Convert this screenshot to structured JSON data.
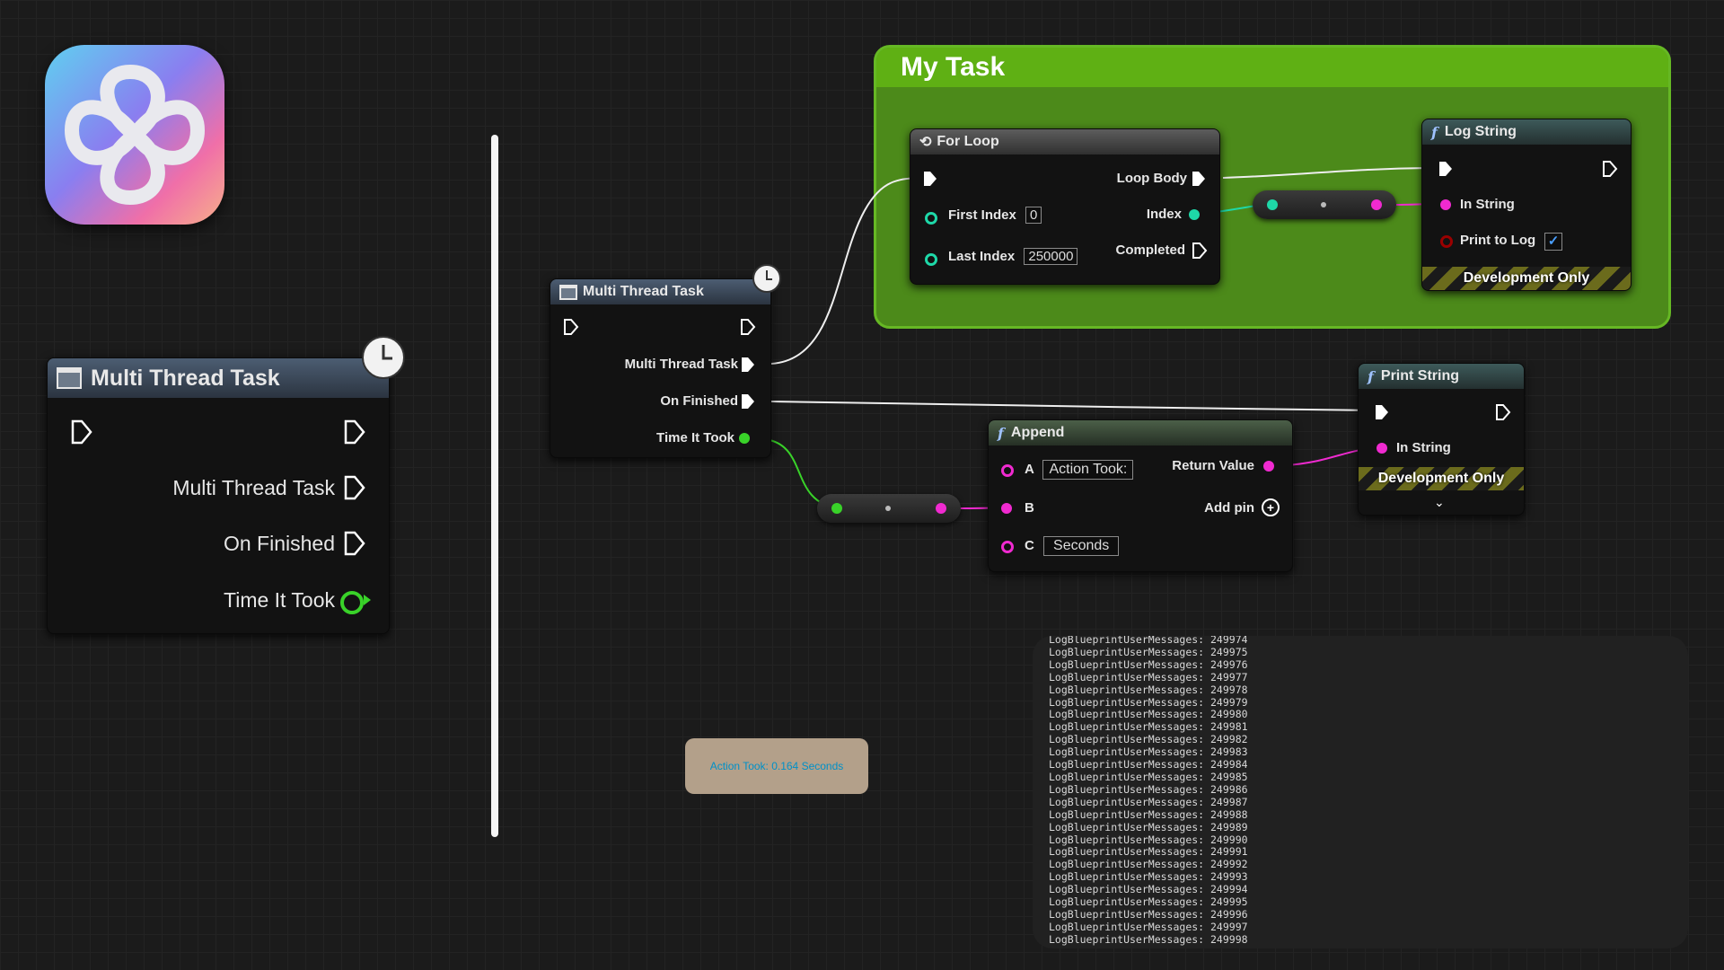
{
  "big_node": {
    "title": "Multi Thread Task",
    "outputs": [
      "Multi Thread Task",
      "On Finished",
      "Time It Took"
    ]
  },
  "small_node": {
    "title": "Multi Thread Task",
    "outputs": [
      "Multi Thread Task",
      "On Finished",
      "Time It Took"
    ]
  },
  "comment": {
    "title": "My Task",
    "color": "#58a80f"
  },
  "for_loop": {
    "title": "For Loop",
    "first_index_label": "First Index",
    "first_index_value": "0",
    "last_index_label": "Last Index",
    "last_index_value": "250000",
    "loop_body_label": "Loop Body",
    "index_label": "Index",
    "completed_label": "Completed"
  },
  "log_string": {
    "title": "Log String",
    "in_string_label": "In String",
    "print_to_log_label": "Print to Log",
    "print_to_log_checked": true,
    "dev_only": "Development Only"
  },
  "append": {
    "title": "Append",
    "a_label": "A",
    "a_value": "Action Took:",
    "b_label": "B",
    "c_label": "C",
    "c_value": "Seconds",
    "return_label": "Return Value",
    "add_pin_label": "Add pin"
  },
  "print_string": {
    "title": "Print String",
    "in_string_label": "In String",
    "dev_only": "Development Only"
  },
  "toast": {
    "text": "Action Took: 0.164 Seconds"
  },
  "log_output": {
    "lines": [
      "LogBlueprintUserMessages: 249974",
      "LogBlueprintUserMessages: 249975",
      "LogBlueprintUserMessages: 249976",
      "LogBlueprintUserMessages: 249977",
      "LogBlueprintUserMessages: 249978",
      "LogBlueprintUserMessages: 249979",
      "LogBlueprintUserMessages: 249980",
      "LogBlueprintUserMessages: 249981",
      "LogBlueprintUserMessages: 249982",
      "LogBlueprintUserMessages: 249983",
      "LogBlueprintUserMessages: 249984",
      "LogBlueprintUserMessages: 249985",
      "LogBlueprintUserMessages: 249986",
      "LogBlueprintUserMessages: 249987",
      "LogBlueprintUserMessages: 249988",
      "LogBlueprintUserMessages: 249989",
      "LogBlueprintUserMessages: 249990",
      "LogBlueprintUserMessages: 249991",
      "LogBlueprintUserMessages: 249992",
      "LogBlueprintUserMessages: 249993",
      "LogBlueprintUserMessages: 249994",
      "LogBlueprintUserMessages: 249995",
      "LogBlueprintUserMessages: 249996",
      "LogBlueprintUserMessages: 249997",
      "LogBlueprintUserMessages: 249998"
    ]
  },
  "colors": {
    "exec": "#ffffff",
    "float_pin": "#39d229",
    "int_pin": "#1ed8a8",
    "string_pin": "#f02ad0",
    "bool_pin": "#9a0000",
    "toast_bg": "#b3a08a",
    "toast_text": "#0090c8"
  },
  "icons": [
    "app-logo-icon",
    "clock-icon",
    "function-icon",
    "loop-icon",
    "checkbox-icon",
    "add-pin-icon",
    "chevron-down-icon"
  ]
}
